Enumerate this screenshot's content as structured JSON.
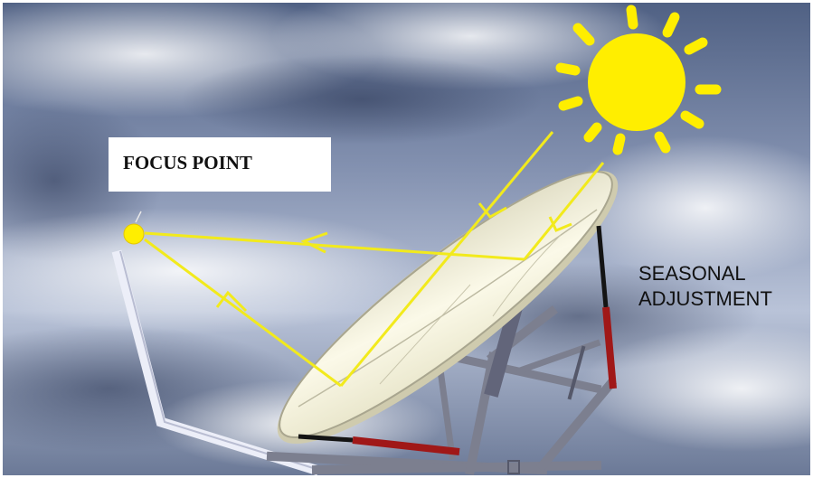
{
  "labels": {
    "focus_point": "FOCUS POINT",
    "seasonal_line1": "SEASONAL",
    "seasonal_line2": "ADJUSTMENT"
  },
  "colors": {
    "sky_top": "#5a6a8c",
    "sky_bottom": "#dfe5ef",
    "sun": "#ffee00",
    "ray": "#f2ea1c",
    "dish": "#f6f3d6",
    "frame": "#7c7f8f",
    "actuator_red": "#a01818",
    "actuator_black": "#141414",
    "support_arm": "#eceef8"
  },
  "icons": {
    "sun": "sun-icon",
    "focus_point": "focus-point-dot"
  }
}
